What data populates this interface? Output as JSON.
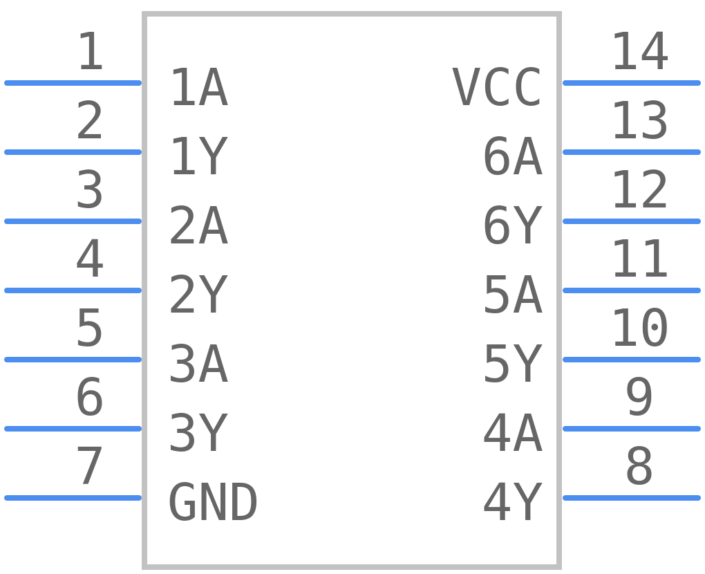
{
  "colors": {
    "body_outline": "#c2c2c2",
    "pin": "#4b8ef0",
    "text": "#666666",
    "background": "#ffffff"
  },
  "component": {
    "left_pins": [
      {
        "number": "1",
        "name": "1A"
      },
      {
        "number": "2",
        "name": "1Y"
      },
      {
        "number": "3",
        "name": "2A"
      },
      {
        "number": "4",
        "name": "2Y"
      },
      {
        "number": "5",
        "name": "3A"
      },
      {
        "number": "6",
        "name": "3Y"
      },
      {
        "number": "7",
        "name": "GND"
      }
    ],
    "right_pins": [
      {
        "number": "14",
        "name": "VCC"
      },
      {
        "number": "13",
        "name": "6A"
      },
      {
        "number": "12",
        "name": "6Y"
      },
      {
        "number": "11",
        "name": "5A"
      },
      {
        "number": "10",
        "name": "5Y"
      },
      {
        "number": "9",
        "name": "4A"
      },
      {
        "number": "8",
        "name": "4Y"
      }
    ]
  }
}
